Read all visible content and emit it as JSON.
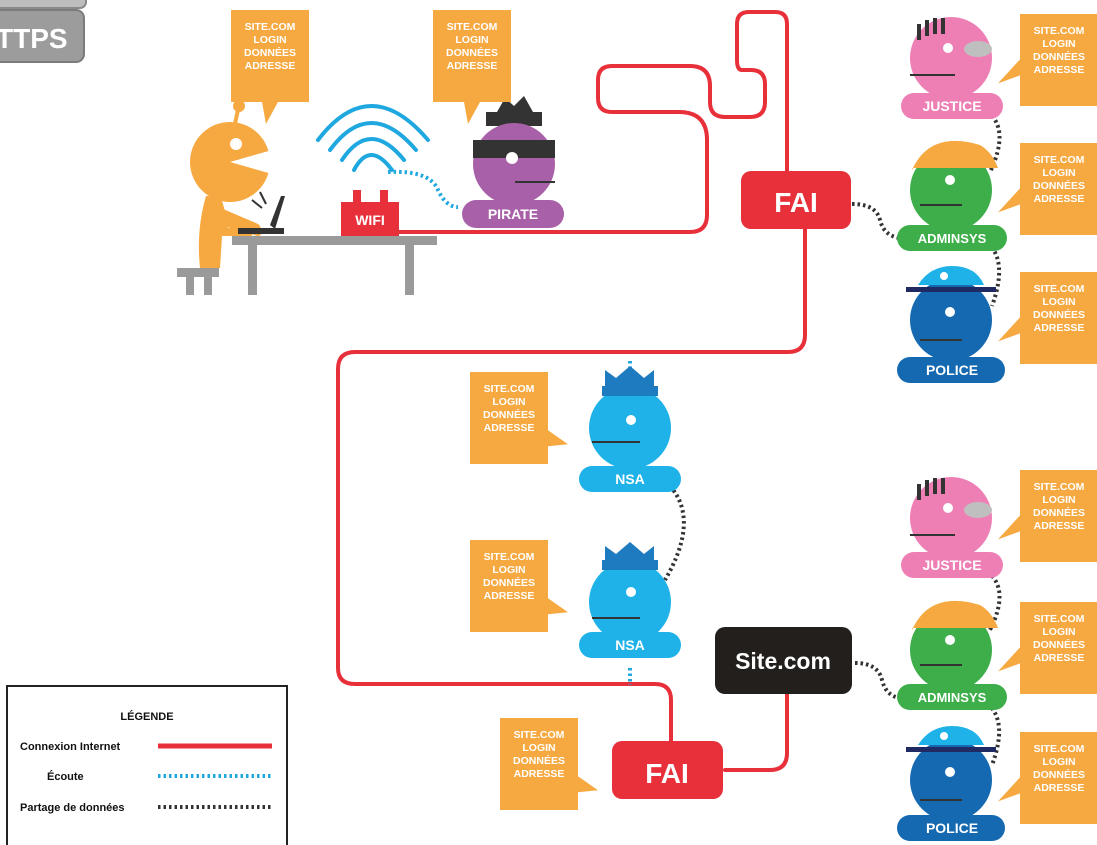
{
  "header": {
    "badge_label": "TTPS"
  },
  "bubble_lines": [
    "SITE.COM",
    "LOGIN",
    "DONNÉES",
    "ADRESSE"
  ],
  "nodes": {
    "wifi": "WIFI",
    "pirate": "PIRATE",
    "fai_top": "FAI",
    "fai_bottom": "FAI",
    "site": "Site.com",
    "justice_top": "JUSTICE",
    "adminsys_top": "ADMINSYS",
    "police_top": "POLICE",
    "nsa_top": "NSA",
    "nsa_bottom": "NSA",
    "justice_bottom": "JUSTICE",
    "adminsys_bottom": "ADMINSYS",
    "police_bottom": "POLICE"
  },
  "legend": {
    "title": "LÉGENDE",
    "items": [
      {
        "label": "Connexion Internet",
        "style": "solid",
        "color": "#e8303a"
      },
      {
        "label": "Écoute",
        "style": "dotted",
        "color": "#1fa8e0"
      },
      {
        "label": "Partage de données",
        "style": "dotted",
        "color": "#333333"
      }
    ]
  },
  "colors": {
    "internet": "#e8303a",
    "listen": "#1fa8e0",
    "share": "#333333",
    "bubble": "#f7a941",
    "user": "#f7a941",
    "pirate": "#a861a8",
    "justice": "#ee7fb5",
    "adminsys": "#3dae49",
    "police": "#1469b0",
    "nsa": "#1fb2e8",
    "site": "#231f1c",
    "desk": "#9a9a9a"
  },
  "icons": {
    "user": "user-icon",
    "laptop": "laptop-icon",
    "wifi": "wifi-router-icon",
    "pirate": "pirate-icon",
    "justice": "justice-icon",
    "adminsys": "adminsys-icon",
    "police": "police-icon",
    "nsa": "nsa-icon"
  }
}
